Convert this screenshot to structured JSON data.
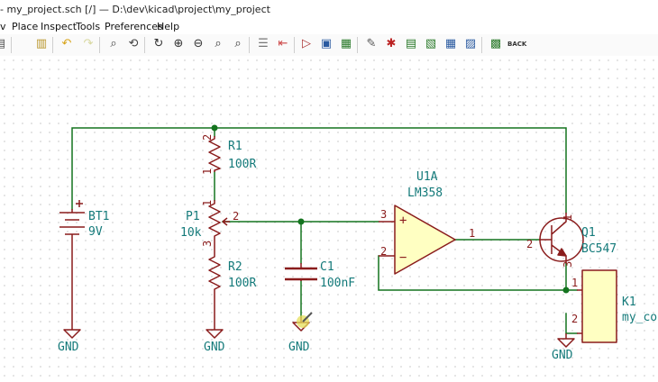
{
  "window": {
    "title": "- my_project.sch [/] — D:\\dev\\kicad\\project\\my_project"
  },
  "menu": {
    "items": [
      "v",
      "Place",
      "Inspect",
      "Tools",
      "Preferences",
      "Help"
    ]
  },
  "toolbar": {
    "icons": [
      "print-icon",
      "paste-icon",
      "undo-icon",
      "redo-icon",
      "find-icon",
      "find-replace-icon",
      "refresh-icon",
      "zoom-in-icon",
      "zoom-out-icon",
      "zoom-fit-icon",
      "zoom-selection-icon",
      "hierarchy-navigator-icon",
      "leave-sheet-icon",
      "annotate-icon",
      "erc-icon",
      "footprint-assign-icon",
      "symbol-editor-icon",
      "simulator-icon",
      "bom-icon",
      "netlist-icon",
      "symbol-browser-icon",
      "footprint-editor-icon",
      "pcb-editor-icon",
      "back-annotate-icon"
    ],
    "back_label": "BACK"
  },
  "schematic": {
    "colors": {
      "wire": "#14741f",
      "symbol": "#8a1c1c",
      "text": "#147a7a",
      "junction": "#14741f",
      "component_fill": "#ffffc2"
    },
    "components": {
      "bt1": {
        "ref": "BT1",
        "value": "9V"
      },
      "r1": {
        "ref": "R1",
        "value": "100R",
        "pin_top": "2",
        "pin_bottom": "1"
      },
      "p1": {
        "ref": "P1",
        "value": "10k",
        "pin_top": "1",
        "pin_wiper": "2",
        "pin_bottom": "3"
      },
      "r2": {
        "ref": "R2",
        "value": "100R"
      },
      "c1": {
        "ref": "C1",
        "value": "100nF"
      },
      "u1a": {
        "ref": "U1A",
        "value": "LM358",
        "pin_plus": "3",
        "pin_minus": "2",
        "pin_out": "1",
        "plus_sign": "+",
        "minus_sign": "−"
      },
      "q1": {
        "ref": "Q1",
        "value": "BC547",
        "pin_c": "1",
        "pin_b": "2",
        "pin_e": "3"
      },
      "k1": {
        "ref": "K1",
        "value": "my_co",
        "pin1": "1",
        "pin2": "2"
      }
    },
    "power": {
      "gnd_label": "GND"
    }
  }
}
